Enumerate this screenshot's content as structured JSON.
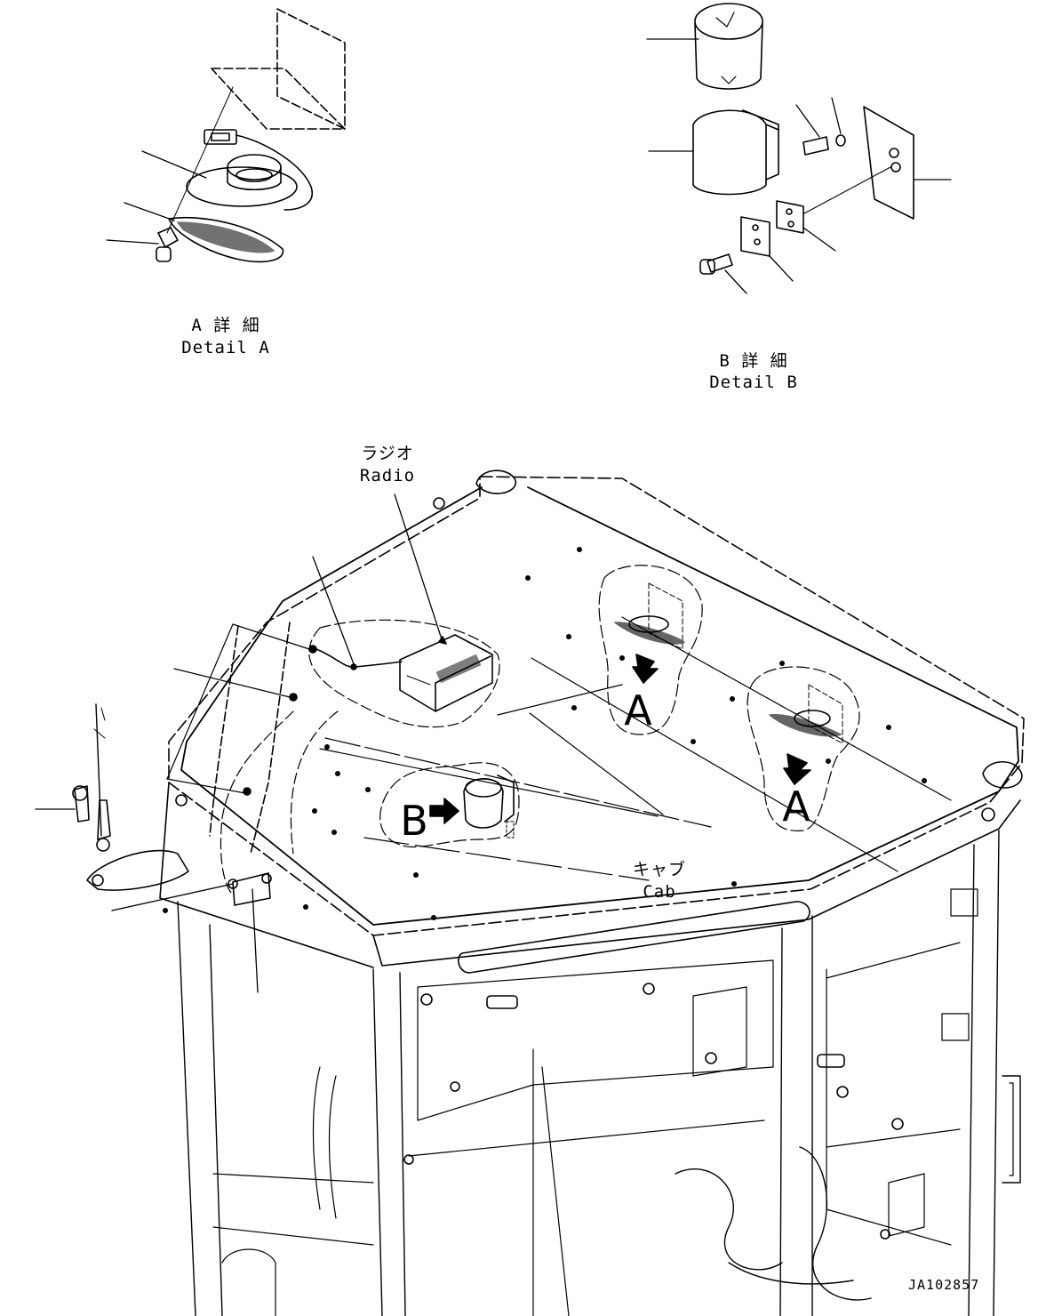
{
  "detail_a": {
    "label_jp": "A 詳 細",
    "label_en": "Detail A"
  },
  "detail_b": {
    "label_jp": "B 詳 細",
    "label_en": "Detail B"
  },
  "radio": {
    "label_jp": "ラジオ",
    "label_en": "Radio"
  },
  "cab": {
    "label_jp": "キャブ",
    "label_en": "Cab"
  },
  "callouts": {
    "a_upper": "A",
    "a_lower": "A",
    "b": "B"
  },
  "drawing_code": "JA102857",
  "colors": {
    "ink": "#000000",
    "paper": "#ffffff"
  }
}
